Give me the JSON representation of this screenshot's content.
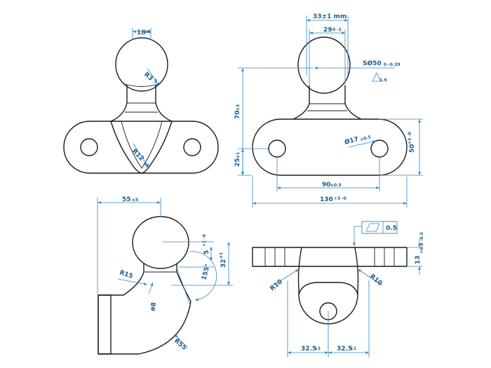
{
  "dimensions": {
    "top_left_ball_width": "18",
    "top_left_ball_width_tol": "±1",
    "top_left_neck_radius": "R3",
    "top_left_neck_radius_tol": "±0",
    "top_left_center_radius": "R12",
    "top_left_center_radius_tol": "±1",
    "top_right_outer": "33±1 mm",
    "top_right_inner": "29",
    "top_right_inner_tol": "0 -2",
    "ball_diameter": "SØ50",
    "ball_diameter_tol": "0 -0.39",
    "roughness": "1.6",
    "height_total": "70",
    "height_total_tol": "±3",
    "hole_diameter": "Ø17",
    "hole_diameter_tol": "±0.5",
    "plate_height_right": "50",
    "plate_height_right_tol": "+3 -0",
    "plate_height_left": "25",
    "plate_height_left_tol": "±1",
    "hole_spacing": "90",
    "hole_spacing_tol": "±0.5",
    "plate_length": "130",
    "plate_length_tol": "+3 -0",
    "offset_length": "55",
    "offset_length_tol": "±5",
    "radius_r15": "R15",
    "angle": "155°",
    "small_dim_5": "5",
    "small_dim_5_tol": "+1 -0",
    "small_dim_32": "32",
    "small_dim_32_tol": "±1",
    "phi_8": "ø8",
    "radius_r55": "R55",
    "flatness_value": "0.5",
    "height_13": "13",
    "height_13_tol": "+0.8 -0.5",
    "radius_r10_left": "R10",
    "radius_r10_right": "R10",
    "half_span_left": "32.5",
    "half_span_left_tol": "±1",
    "half_span_right": "32.5",
    "half_span_right_tol": "±1"
  },
  "colors": {
    "line": "#1b1b1b",
    "dimension": "#2f86c4",
    "dimension_text": "#1a5c8c"
  },
  "icons": {
    "flatness_symbol": "parallelogram-icon",
    "roughness_symbol": "triangle-icon"
  }
}
